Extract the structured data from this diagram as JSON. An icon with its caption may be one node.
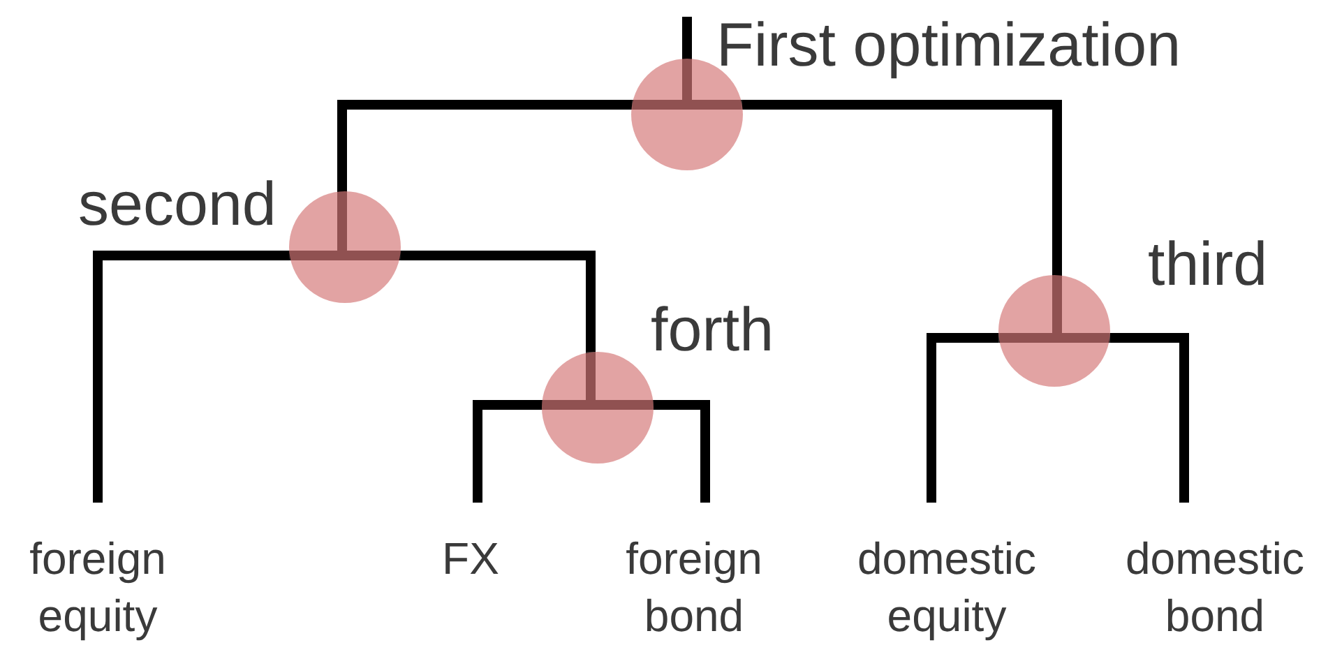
{
  "diagram": {
    "nodes": [
      {
        "text": [],
        "shape": "circle",
        "beside": [
          "First optimization"
        ]
      },
      {
        "text": [],
        "shape": "circle",
        "beside": [
          "second"
        ]
      },
      {
        "text": [],
        "shape": "circle",
        "beside": [
          "forth"
        ]
      },
      {
        "text": [],
        "shape": "circle",
        "beside": [
          "third"
        ]
      },
      {
        "text": [
          "foreign equity"
        ]
      },
      {
        "text": [
          "FX"
        ]
      },
      {
        "text": [
          "foreign bond"
        ]
      },
      {
        "text": [
          "domestic equity"
        ]
      },
      {
        "text": [
          "domestic bond"
        ]
      }
    ],
    "edges": [
      {
        "from": null,
        "to": 0,
        "arrow": "none"
      },
      {
        "from": 0,
        "to": 1,
        "arrow": "none"
      },
      {
        "from": 0,
        "to": 3,
        "arrow": "none"
      },
      {
        "from": 1,
        "to": 4,
        "arrow": "none"
      },
      {
        "from": 1,
        "to": 2,
        "arrow": "none"
      },
      {
        "from": 2,
        "to": 5,
        "arrow": "none"
      },
      {
        "from": 2,
        "to": 6,
        "arrow": "none"
      },
      {
        "from": 3,
        "to": 7,
        "arrow": "none"
      },
      {
        "from": 3,
        "to": 8,
        "arrow": "none"
      }
    ]
  }
}
